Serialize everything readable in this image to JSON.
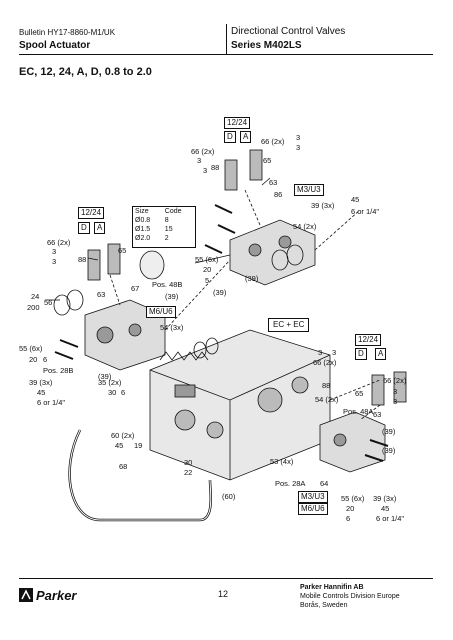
{
  "header": {
    "bulletin": "Bulletin HY17-8860-M1/UK",
    "section": "Spool Actuator",
    "doc_title": "Directional Control Valves",
    "series": "Series M402LS"
  },
  "heading": "EC, 12, 24, A, D, 0.8 to 2.0",
  "size_table": {
    "col_size": "Size",
    "col_code": "Code",
    "rows": [
      {
        "size": "Ø0.8",
        "code": "8"
      },
      {
        "size": "Ø1.5",
        "code": "15"
      },
      {
        "size": "Ø2.0",
        "code": "2"
      }
    ]
  },
  "labels": {
    "v1224_top": "12/24",
    "d_top": "D",
    "a_top": "A",
    "l66_top_left": "66 (2x)",
    "l3a": "3",
    "l3b": "3",
    "l88_top": "88",
    "l66_top_right": "66 (2x)",
    "l3c": "3",
    "l3d": "3",
    "l65_top": "65",
    "l63_top": "63",
    "l86": "86",
    "m3u3_top": "M3/U3",
    "l39_3x": "39 (3x)",
    "l45_top": "45",
    "l6_or_14_top": "6 or 1/4\"",
    "l54_2x_top": "54 (2x)",
    "v1224_left": "12/24",
    "d_left": "D",
    "a_left": "A",
    "l66_left": "66 (2x)",
    "l3e": "3",
    "l3f": "3",
    "l88_left": "88",
    "l65_left": "65",
    "l55_6x_mid": "55 (6x)",
    "l20_mid": "20",
    "l5_mid": "5",
    "l39_mid": "(39)",
    "l39_mid2": "(39)",
    "l67": "67",
    "pos48b": "Pos. 48B",
    "l39_pos48b": "(39)",
    "m6u6_mid": "M6/U6",
    "l54_3x": "54 (3x)",
    "l24": "24",
    "l200": "200",
    "l56": "56",
    "l63_left": "63",
    "l55_6x_left": "55 (6x)",
    "l20_left": "20",
    "l6_left": "6",
    "pos28b": "Pos. 28B",
    "l39_28b": "(39)",
    "l39_3x_left": "39 (3x)",
    "l35_2x": "35 (2x)",
    "l45_left": "45",
    "l30_left": "30",
    "l6_left2": "6",
    "l6_or_14_left": "6 or 1/4\"",
    "l60_2x": "60 (2x)",
    "l45_60": "45",
    "l19": "19",
    "l68": "68",
    "l30_bottom": "30",
    "l22": "22",
    "l60_bottom": "(60)",
    "ec_ec": "EC + EC",
    "l3g": "3",
    "l3h": "3",
    "l66_right": "66 (2x)",
    "v1224_right": "12/24",
    "d_right": "D",
    "a_right": "A",
    "l88_right": "88",
    "l65_right": "65",
    "l66_right2": "66 (2x)",
    "l3i": "3",
    "l3j": "3",
    "l54_2x_right": "54 (2x)",
    "pos48a": "Pos. 48A",
    "l63_right": "63",
    "l39_right1": "(39)",
    "l39_right2": "(39)",
    "l53_4x": "53 (4x)",
    "pos28a": "Pos. 28A",
    "l64": "64",
    "m3u3_bottom": "M3/U3",
    "m6u6_bottom": "M6/U6",
    "l55_6x_bottom": "55 (6x)",
    "l20_bottom": "20",
    "l6_bottom": "6",
    "l39_3x_bottom": "39 (3x)",
    "l45_bottom": "45",
    "l6_or_14_bottom": "6 or 1/4\""
  },
  "footer": {
    "page": "12",
    "company": "Parker Hannifin AB",
    "division": "Mobile Controls Division Europe",
    "city": "Borås, Sweden",
    "logo_text": "Parker"
  }
}
